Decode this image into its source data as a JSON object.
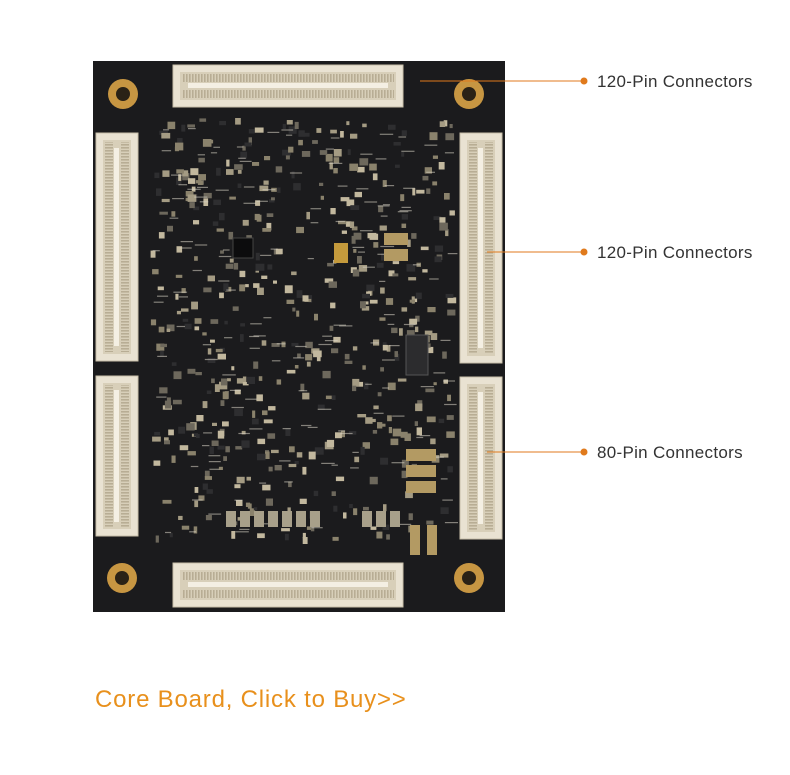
{
  "image": {
    "subject": "pcb-core-board-bottom-side",
    "colors": {
      "board": "#1b1b1d",
      "accent": "#e07a1c",
      "connector_housing": "#e9e2d2",
      "mounting_hole": "#c79642"
    }
  },
  "callouts": [
    {
      "label": "120-Pin Connectors"
    },
    {
      "label": "120-Pin Connectors"
    },
    {
      "label": "80-Pin Connectors"
    }
  ],
  "buy_link": {
    "label": "Core Board, Click to Buy>>",
    "color": "#e8901c"
  }
}
